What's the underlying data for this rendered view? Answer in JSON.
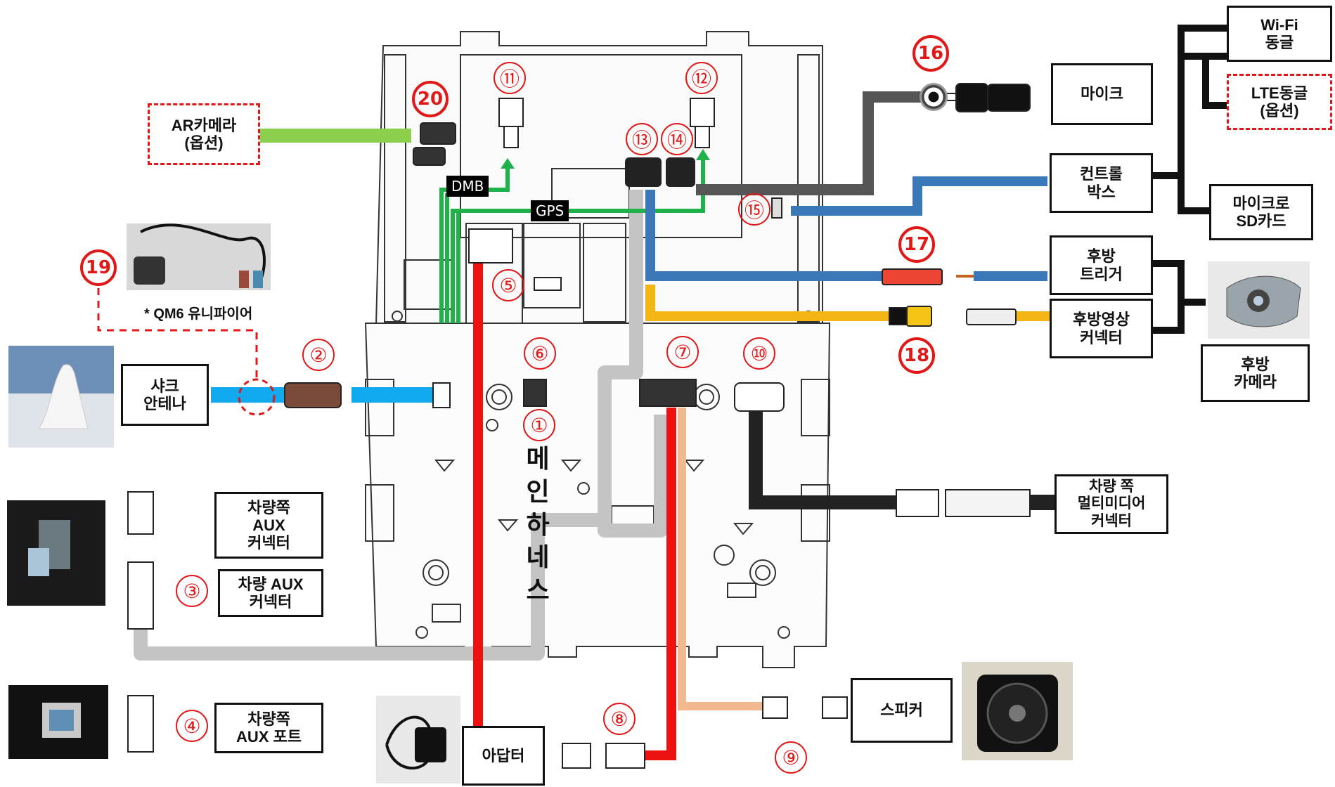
{
  "labels": {
    "ar_camera": "AR카메라\n(옵션)",
    "shark_antenna": "샤크\n안테나",
    "aux_connector_vehicle_side": "차량쪽\nAUX\n커넥터",
    "aux_connector": "차량 AUX\n커넥터",
    "aux_port": "차량쪽\nAUX 포트",
    "adapter": "아답터",
    "speaker": "스피커",
    "mic": "마이크",
    "control_box": "컨트롤\n박스",
    "wifi_dongle": "Wi-Fi\n동글",
    "lte_dongle": "LTE동글\n(옵션)",
    "micro_sd": "마이크로\nSD카드",
    "rear_trigger": "후방\n트리거",
    "rear_video": "후방영상\n커넥터",
    "rear_camera": "후방\n카메라",
    "multimedia": "차량 쪽\n멀티미디어\n커넥터",
    "qm6_note": "* QM6 유니파이어",
    "main_harness": "메\n인\n하\n네\n스"
  },
  "tags": {
    "dmb": "DMB",
    "gps": "GPS"
  },
  "numbers": {
    "n1": "①",
    "n2": "②",
    "n3": "③",
    "n4": "④",
    "n5": "⑤",
    "n6": "⑥",
    "n7": "⑦",
    "n8": "⑧",
    "n9": "⑨",
    "n10": "⑩",
    "n11": "⑪",
    "n12": "⑫",
    "n13": "⑬",
    "n14": "⑭",
    "n15": "⑮",
    "n16": "16",
    "n17": "17",
    "n18": "18",
    "n19": "19",
    "n20": "20"
  },
  "colors": {
    "power_red": "#ee1111",
    "harness_gray": "#c4c4c4",
    "antenna_blue": "#11aaee",
    "control_blue": "#3a78b8",
    "gps_green": "#1fb14a",
    "ar_green": "#8ccf4f",
    "video_yellow": "#f4b614",
    "speaker_peach": "#f2b88f",
    "multimedia_black": "#222222",
    "mic_gray": "#555555",
    "dashed_red": "#e01818"
  }
}
